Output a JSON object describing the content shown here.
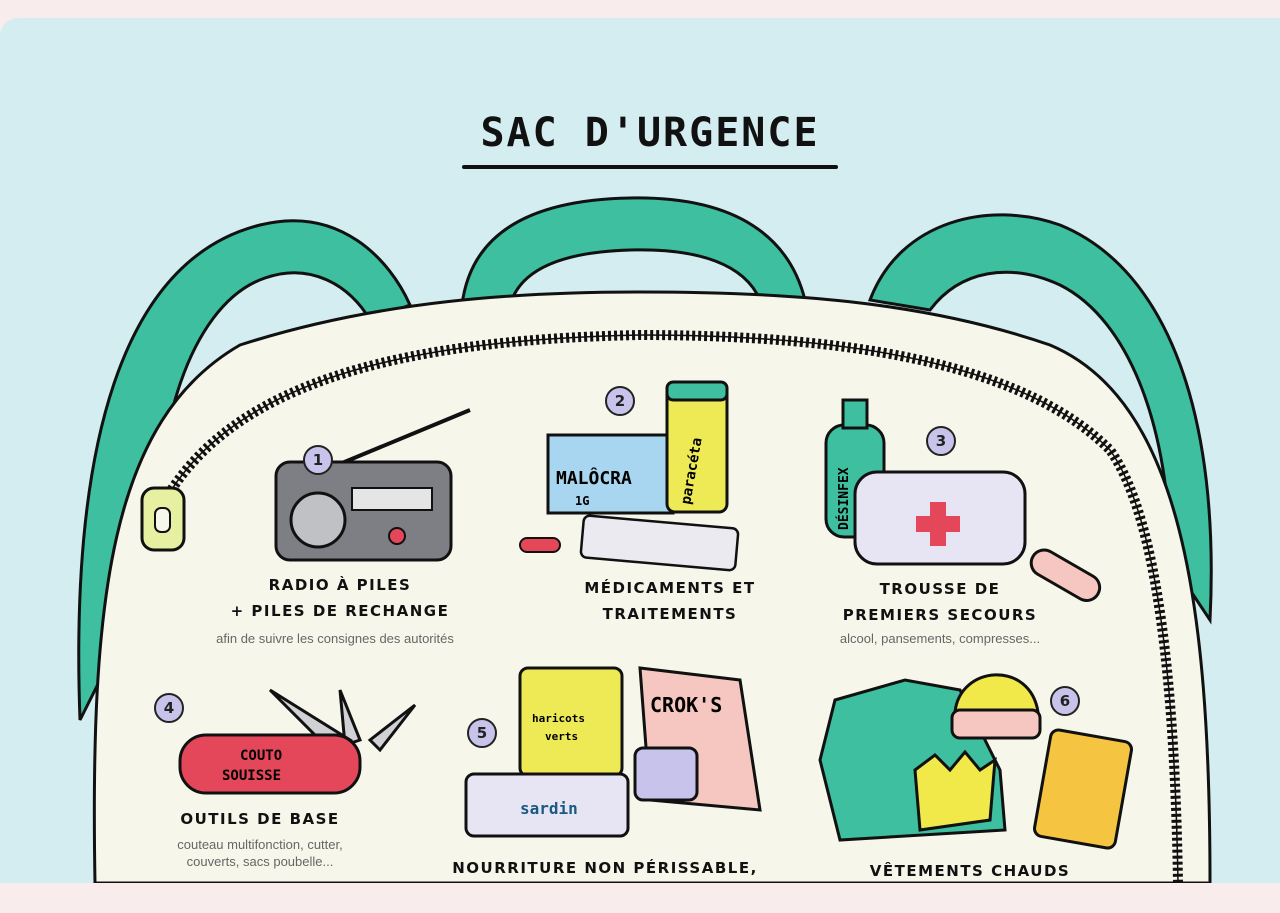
{
  "title": "SAC D'URGENCE",
  "items": [
    {
      "number": "1",
      "title_line1": "RADIO À PILES",
      "title_line2": "+ PILES DE RECHANGE",
      "description": "afin de suivre les consignes des autorités"
    },
    {
      "number": "2",
      "title_line1": "MÉDICAMENTS ET",
      "title_line2": "TRAITEMENTS",
      "description": ""
    },
    {
      "number": "3",
      "title_line1": "TROUSSE DE",
      "title_line2": "PREMIERS SECOURS",
      "description": "alcool, pansements, compresses..."
    },
    {
      "number": "4",
      "title_line1": "OUTILS DE BASE",
      "title_line2": "",
      "description_line1": "couteau multifonction, cutter,",
      "description_line2": "couverts, sacs poubelle..."
    },
    {
      "number": "5",
      "title_line1": "NOURRITURE NON PÉRISSABLE,",
      "title_line2": ""
    },
    {
      "number": "6",
      "title_line1": "VÊTEMENTS CHAUDS",
      "title_line2": ""
    }
  ],
  "illustration_labels": {
    "med_box": "MALÔCRA",
    "med_box_dose": "1G",
    "med_tube": "paracéta",
    "spray": "DÉSINFEX",
    "knife_line1": "COUTO",
    "knife_line2": "SOUISSE",
    "can_line1": "haricots",
    "can_line2": "verts",
    "crisps": "CROK'S",
    "sardine": "sardin"
  },
  "colors": {
    "background": "#d4edf1",
    "strap": "#3dbfa0",
    "bag": "#f6f7ea",
    "badge": "#c7c3ea",
    "border": "#f9ecec"
  }
}
